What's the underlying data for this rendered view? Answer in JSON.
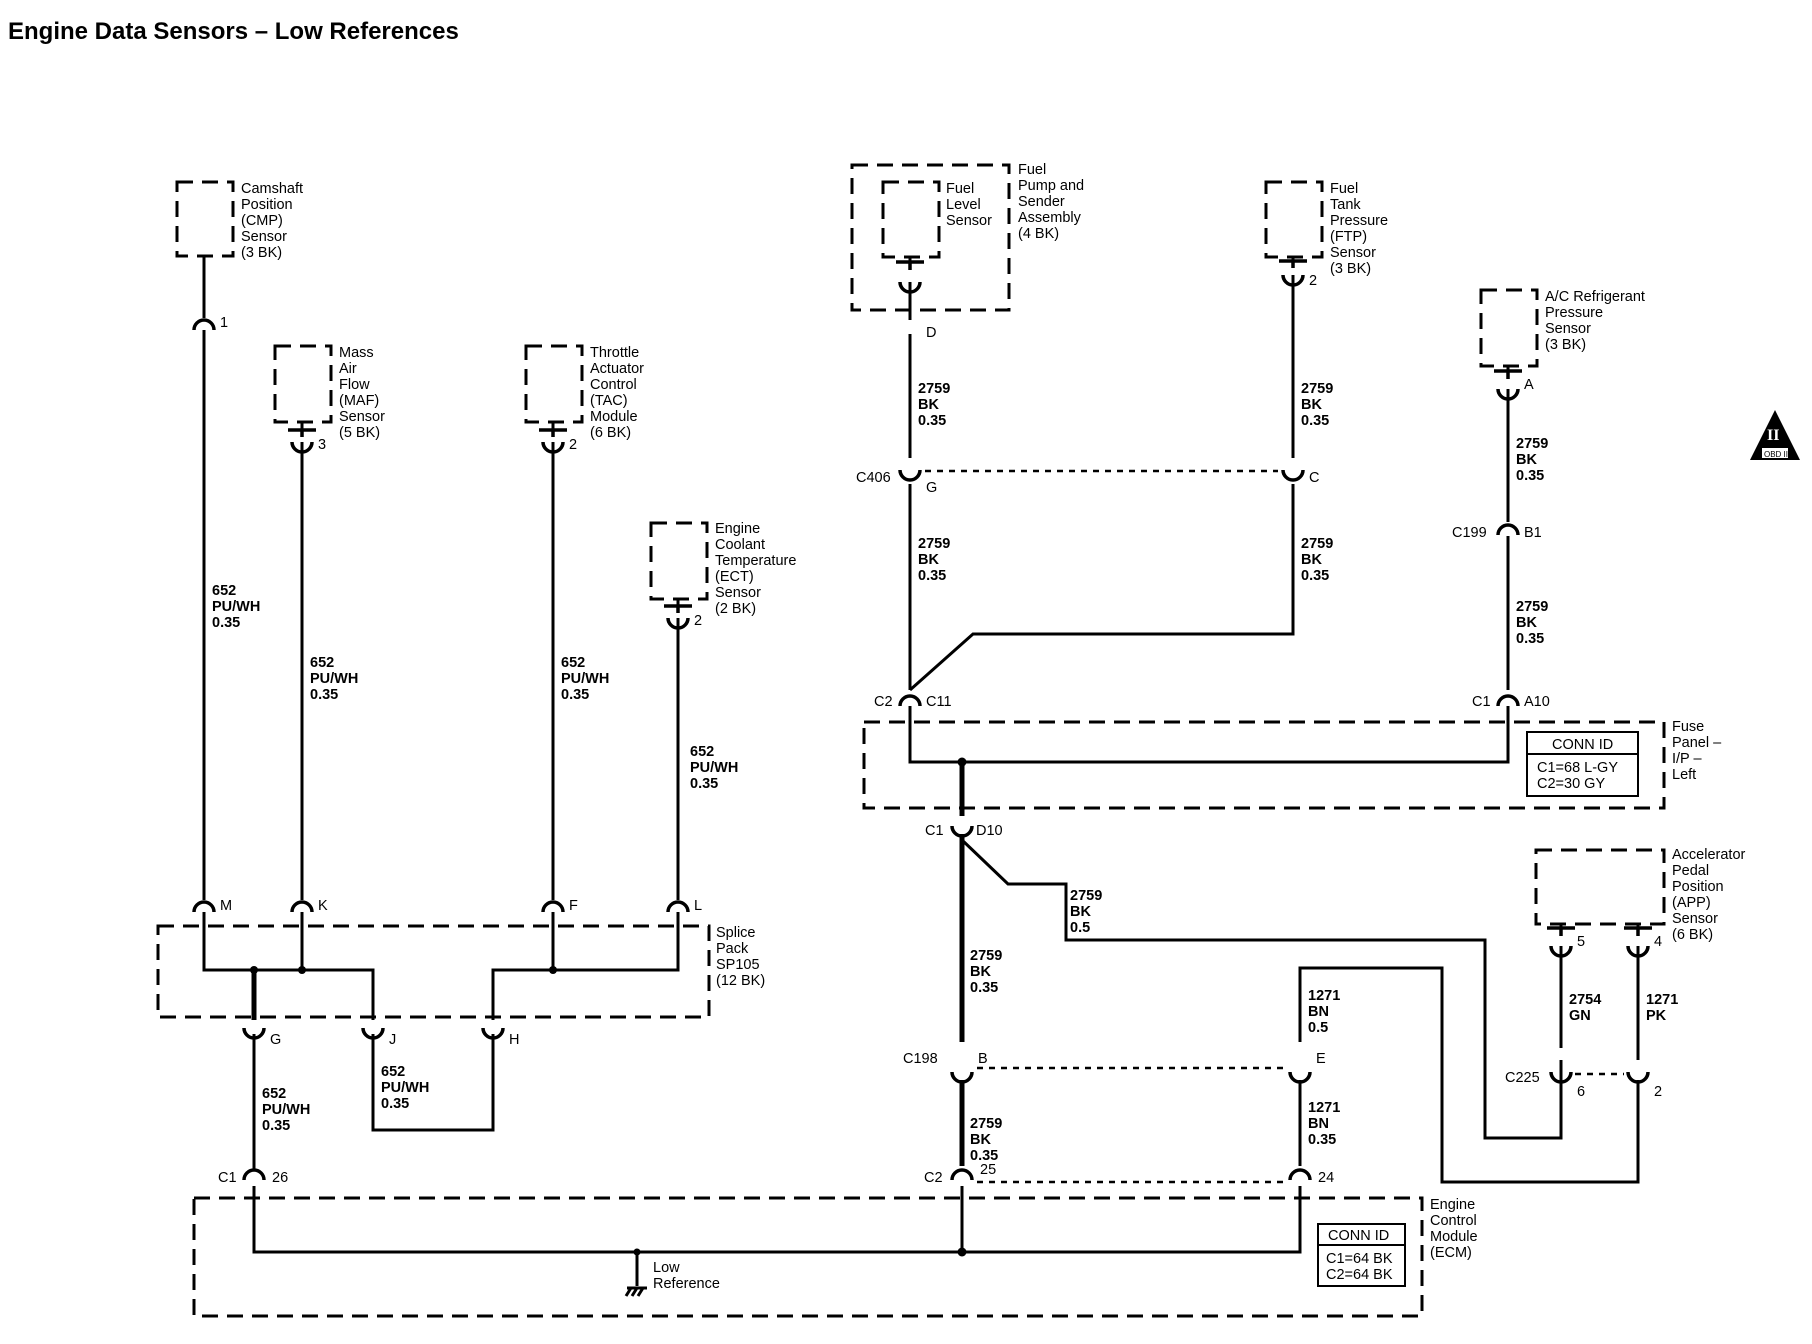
{
  "title": "Engine Data Sensors – Low References",
  "components": {
    "cmp": [
      "Camshaft",
      "Position",
      "(CMP)",
      "Sensor",
      "(3 BK)"
    ],
    "maf": [
      "Mass",
      "Air",
      "Flow",
      "(MAF)",
      "Sensor",
      "(5 BK)"
    ],
    "tac": [
      "Throttle",
      "Actuator",
      "Control",
      "(TAC)",
      "Module",
      "(6 BK)"
    ],
    "ect": [
      "Engine",
      "Coolant",
      "Temperature",
      "(ECT)",
      "Sensor",
      "(2 BK)"
    ],
    "fuel_level": [
      "Fuel",
      "Level",
      "Sensor"
    ],
    "fuel_pump": [
      "Fuel",
      "Pump and",
      "Sender",
      "Assembly",
      "(4 BK)"
    ],
    "ftp": [
      "Fuel",
      "Tank",
      "Pressure",
      "(FTP)",
      "Sensor",
      "(3 BK)"
    ],
    "ac": [
      "A/C Refrigerant",
      "Pressure",
      "Sensor",
      "(3 BK)"
    ],
    "fuse_panel": [
      "Fuse",
      "Panel –",
      "I/P –",
      "Left"
    ],
    "app": [
      "Accelerator",
      "Pedal",
      "Position",
      "(APP)",
      "Sensor",
      "(6 BK)"
    ],
    "splice": [
      "Splice",
      "Pack",
      "SP105",
      "(12 BK)"
    ],
    "ecm": [
      "Engine",
      "Control",
      "Module",
      "(ECM)"
    ],
    "ground": [
      "Low",
      "Reference"
    ]
  },
  "conn_id_fuse": {
    "title": "CONN ID",
    "lines": [
      "C1=68 L-GY",
      "C2=30 GY"
    ]
  },
  "conn_id_ecm": {
    "title": "CONN ID",
    "lines": [
      "C1=64 BK",
      "C2=64 BK"
    ]
  },
  "wire_labels": {
    "w652a": [
      "652",
      "PU/WH",
      "0.35"
    ],
    "w652b": [
      "652",
      "PU/WH",
      "0.35"
    ],
    "w652c": [
      "652",
      "PU/WH",
      "0.35"
    ],
    "w652d": [
      "652",
      "PU/WH",
      "0.35"
    ],
    "w652e": [
      "652",
      "PU/WH",
      "0.35"
    ],
    "w652f": [
      "652",
      "PU/WH",
      "0.35"
    ],
    "w2759a": [
      "2759",
      "BK",
      "0.35"
    ],
    "w2759b": [
      "2759",
      "BK",
      "0.35"
    ],
    "w2759c": [
      "2759",
      "BK",
      "0.35"
    ],
    "w2759d": [
      "2759",
      "BK",
      "0.35"
    ],
    "w2759e": [
      "2759",
      "BK",
      "0.35"
    ],
    "w2759f": [
      "2759",
      "BK",
      "0.35"
    ],
    "w2759g": [
      "2759",
      "BK",
      "0.5"
    ],
    "w2759h": [
      "2759",
      "BK",
      "0.35"
    ],
    "w2759i": [
      "2759",
      "BK",
      "0.35"
    ],
    "w1271a": [
      "1271",
      "BN",
      "0.5"
    ],
    "w1271b": [
      "1271",
      "BN",
      "0.35"
    ],
    "w2754": [
      "2754",
      "GN"
    ],
    "w1271pk": [
      "1271",
      "PK"
    ]
  },
  "pins": {
    "cmp": "1",
    "maf": "3",
    "tac": "2",
    "ect": "2",
    "fuel_d": "D",
    "ftp": "2",
    "ac": "A",
    "c406": "C406",
    "c406_g": "G",
    "c406_c": "C",
    "c199": "C199",
    "c199_b1": "B1",
    "c2_top": "C2",
    "c11": "C11",
    "c1_top": "C1",
    "a10": "A10",
    "c1_mid": "C1",
    "d10": "D10",
    "sp_m": "M",
    "sp_k": "K",
    "sp_f": "F",
    "sp_l": "L",
    "sp_g": "G",
    "sp_j": "J",
    "sp_h": "H",
    "app_5": "5",
    "app_4": "4",
    "c198": "C198",
    "c198_b": "B",
    "c198_e": "E",
    "c225": "C225",
    "c225_6": "6",
    "c225_2": "2",
    "ecm_c1": "C1",
    "ecm_26": "26",
    "ecm_c2": "C2",
    "ecm_25": "25",
    "ecm_24": "24"
  },
  "badge": {
    "symbol": "II",
    "text": "OBD II"
  }
}
